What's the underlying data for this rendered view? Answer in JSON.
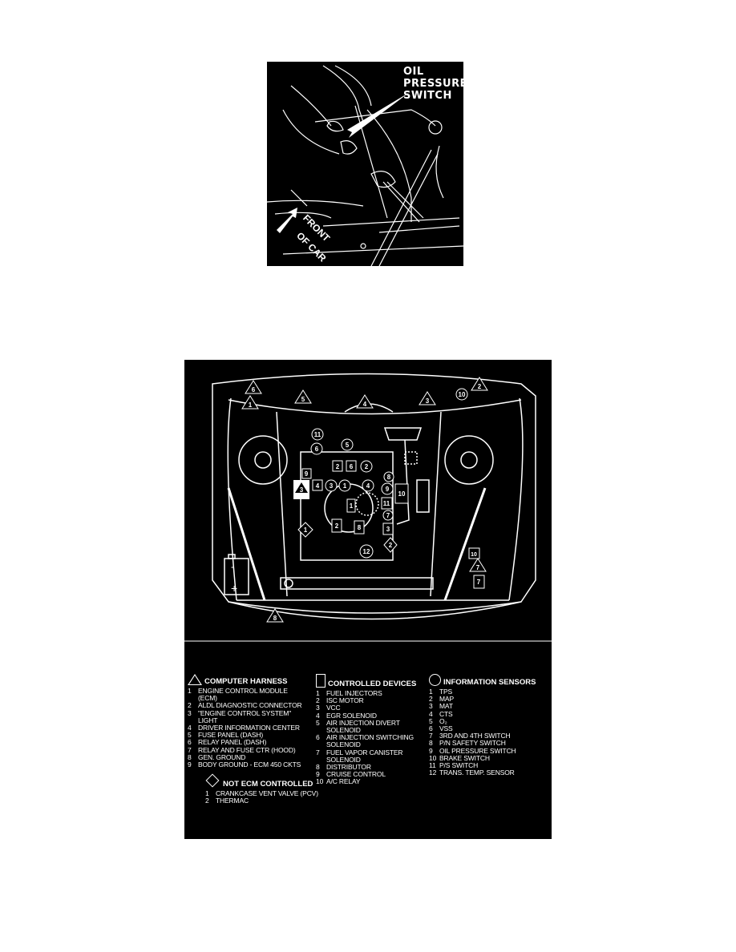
{
  "photo": {
    "callout": [
      "OIL",
      "PRESSURE",
      "SWITCH"
    ],
    "direction_label": [
      "FRONT",
      "OF CAR"
    ]
  },
  "diagram": {
    "markers": {
      "triangles": [
        "6",
        "1",
        "5",
        "4",
        "2",
        "3",
        "3",
        "7",
        "8"
      ],
      "circles": [
        "10",
        "11",
        "6",
        "5",
        "3",
        "1",
        "4",
        "8",
        "9",
        "7",
        "12",
        "2"
      ],
      "squares": [
        "2",
        "6",
        "9",
        "4",
        "10",
        "11",
        "1",
        "2",
        "8",
        "3",
        "10",
        "7"
      ],
      "diamonds": [
        "1",
        "2"
      ],
      "battery": [
        "-",
        "+"
      ]
    }
  },
  "legend": {
    "computer_harness": {
      "title": "COMPUTER HARNESS",
      "items": [
        {
          "n": "1",
          "t": "ENGINE CONTROL MODULE\n(ECM)"
        },
        {
          "n": "2",
          "t": "ALDL DIAGNOSTIC CONNECTOR"
        },
        {
          "n": "3",
          "t": "\"ENGINE CONTROL SYSTEM\"\nLIGHT"
        },
        {
          "n": "4",
          "t": "DRIVER INFORMATION CENTER"
        },
        {
          "n": "5",
          "t": "FUSE PANEL (DASH)"
        },
        {
          "n": "6",
          "t": "RELAY PANEL (DASH)"
        },
        {
          "n": "7",
          "t": "RELAY AND FUSE CTR (HOOD)"
        },
        {
          "n": "8",
          "t": "GEN. GROUND"
        },
        {
          "n": "9",
          "t": "BODY GROUND - ECM 450 CKTS"
        }
      ]
    },
    "controlled_devices": {
      "title": "CONTROLLED DEVICES",
      "items": [
        {
          "n": "1",
          "t": "FUEL INJECTORS"
        },
        {
          "n": "2",
          "t": "ISC MOTOR"
        },
        {
          "n": "3",
          "t": "VCC"
        },
        {
          "n": "4",
          "t": "EGR SOLENOID"
        },
        {
          "n": "5",
          "t": "AIR INJECTION DIVERT\nSOLENOID"
        },
        {
          "n": "6",
          "t": "AIR INJECTION SWITCHING\nSOLENOID"
        },
        {
          "n": "7",
          "t": "FUEL VAPOR CANISTER\nSOLENOID"
        },
        {
          "n": "8",
          "t": "DISTRIBUTOR"
        },
        {
          "n": "9",
          "t": "CRUISE CONTROL"
        },
        {
          "n": "10",
          "t": "A/C RELAY"
        }
      ]
    },
    "information_sensors": {
      "title": "INFORMATION SENSORS",
      "items": [
        {
          "n": "1",
          "t": "TPS"
        },
        {
          "n": "2",
          "t": "MAP"
        },
        {
          "n": "3",
          "t": "MAT"
        },
        {
          "n": "4",
          "t": "CTS"
        },
        {
          "n": "5",
          "t": "O₂"
        },
        {
          "n": "6",
          "t": "VSS"
        },
        {
          "n": "7",
          "t": "3RD AND 4TH SWITCH"
        },
        {
          "n": "8",
          "t": "P/N SAFETY SWITCH"
        },
        {
          "n": "9",
          "t": "OIL PRESSURE SWITCH"
        },
        {
          "n": "10",
          "t": "BRAKE SWITCH"
        },
        {
          "n": "11",
          "t": "P/S SWITCH"
        },
        {
          "n": "12",
          "t": "TRANS. TEMP. SENSOR"
        }
      ]
    },
    "not_ecm_controlled": {
      "title": "NOT ECM CONTROLLED",
      "items": [
        {
          "n": "1",
          "t": "CRANKCASE VENT VALVE (PCV)"
        },
        {
          "n": "2",
          "t": "THERMAC"
        }
      ]
    }
  }
}
